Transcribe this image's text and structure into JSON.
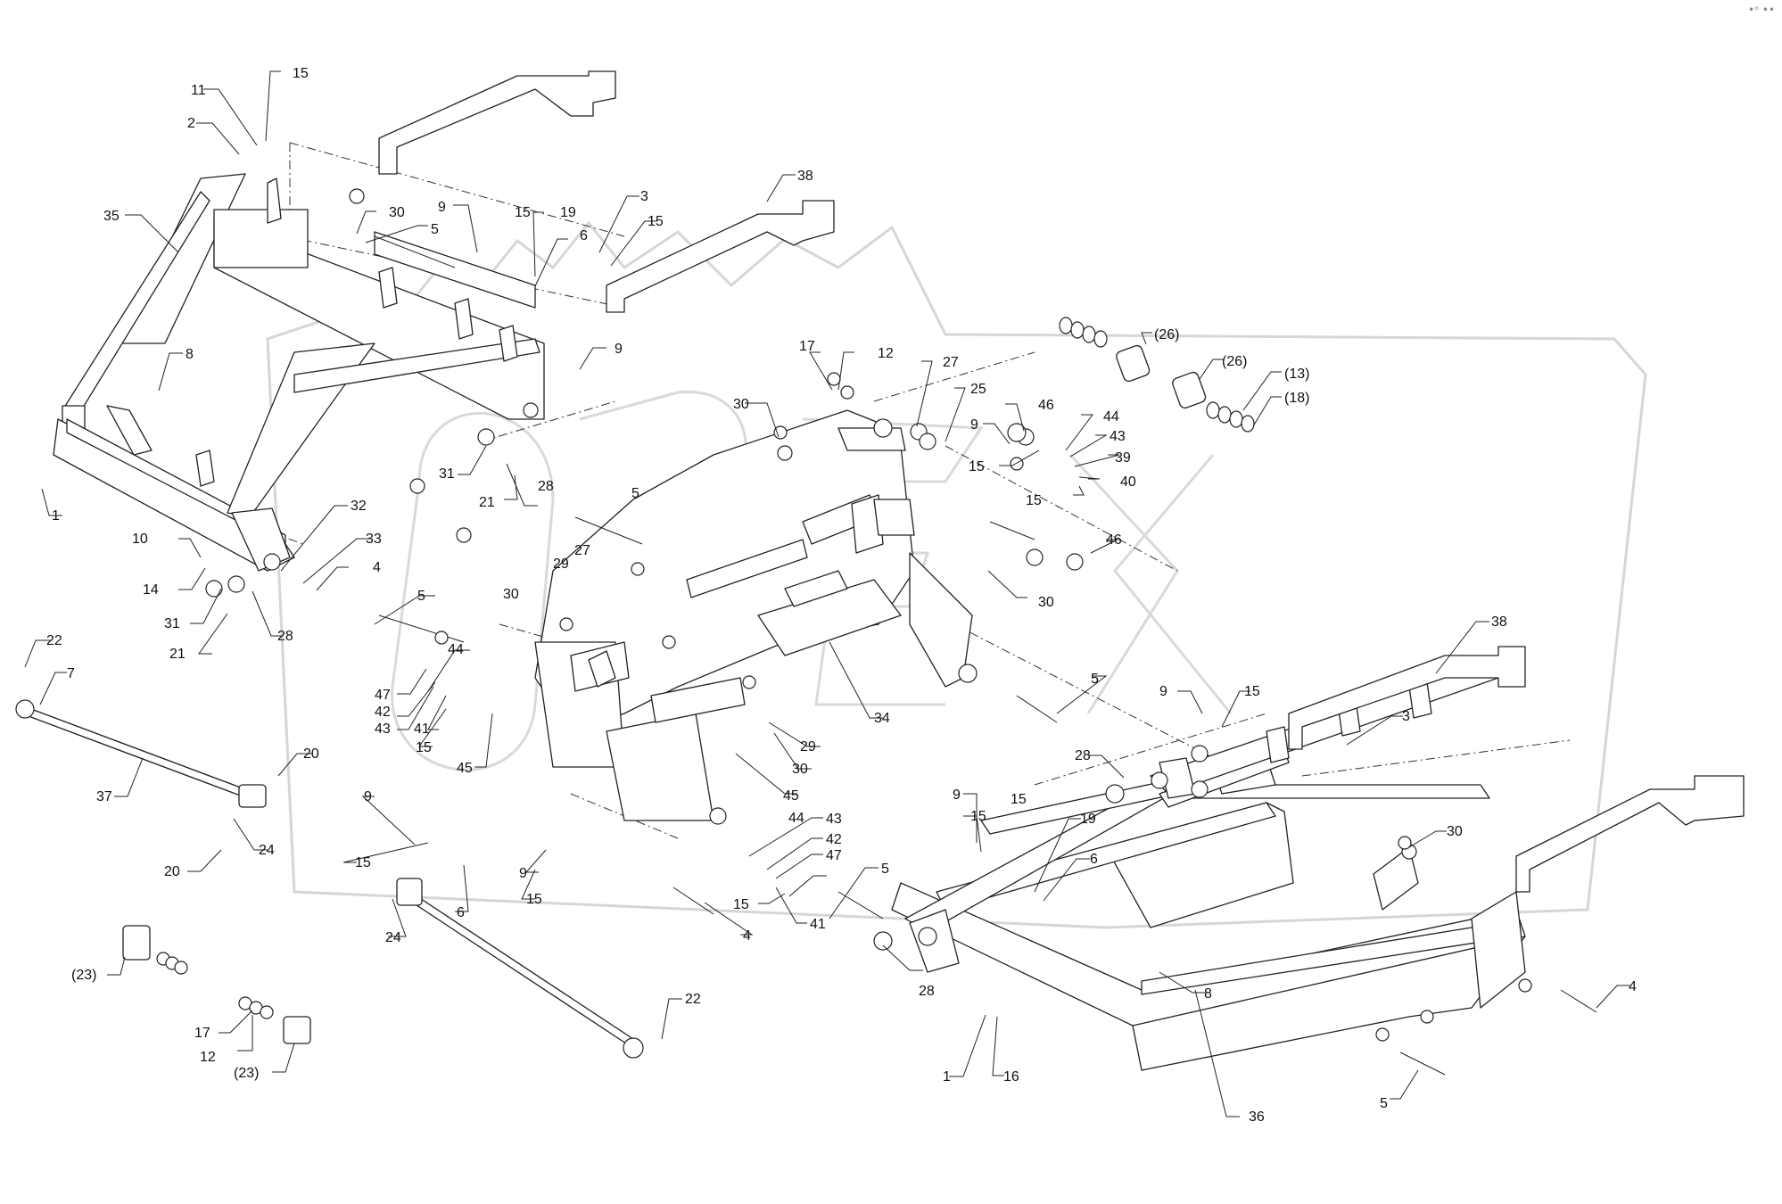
{
  "diagram": {
    "watermark": "OPEX",
    "corner_mark": "•ᵒ ••"
  },
  "callouts": {
    "c1": "11",
    "c2": "15",
    "c3": "2",
    "c4": "35",
    "c5": "30",
    "c6": "5",
    "c7": "9",
    "c8": "15",
    "c9": "19",
    "c10": "6",
    "c11": "3",
    "c12": "15",
    "c13": "38",
    "c14": "8",
    "c15": "1",
    "c16": "9",
    "c17": "31",
    "c18": "21",
    "c19": "28",
    "c20": "32",
    "c21": "33",
    "c22": "4",
    "c23": "10",
    "c24": "14",
    "c25": "31",
    "c26": "28",
    "c27": "21",
    "c28": "5",
    "c29": "22",
    "c30": "7",
    "c31": "37",
    "c32": "20",
    "c33": "24",
    "c34": "20",
    "c35": "47",
    "c36": "42",
    "c37": "43",
    "c38": "41",
    "c39": "15",
    "c40": "44",
    "c41": "45",
    "c42": "9",
    "c43": "15",
    "c44": "6",
    "c45": "9",
    "c46": "15",
    "c47": "24",
    "c48": "(23)",
    "c49": "17",
    "c50": "12",
    "c51": "(23)",
    "c52": "22",
    "c53": "17",
    "c54": "12",
    "c55": "30",
    "c56": "5",
    "c57": "27",
    "c58": "29",
    "c59": "30",
    "c60": "27",
    "c61": "25",
    "c62": "46",
    "c63": "9",
    "c64": "15",
    "c65": "44",
    "c66": "43",
    "c67": "39",
    "c68": "15",
    "c69": "40",
    "c70": "(26)",
    "c71": "(26)",
    "c72": "(13)",
    "c73": "(18)",
    "c74": "46",
    "c75": "30",
    "c76": "5",
    "c77": "34",
    "c78": "29",
    "c79": "30",
    "c80": "45",
    "c81": "44",
    "c82": "43",
    "c83": "42",
    "c84": "47",
    "c85": "5",
    "c86": "15",
    "c87": "41",
    "c88": "4",
    "c89": "38",
    "c90": "9",
    "c91": "15",
    "c92": "3",
    "c93": "28",
    "c94": "30",
    "c95": "9",
    "c96": "15",
    "c97": "19",
    "c98": "6",
    "c99": "15",
    "c100": "28",
    "c101": "8",
    "c102": "16",
    "c103": "1",
    "c104": "4",
    "c105": "5",
    "c106": "36"
  }
}
